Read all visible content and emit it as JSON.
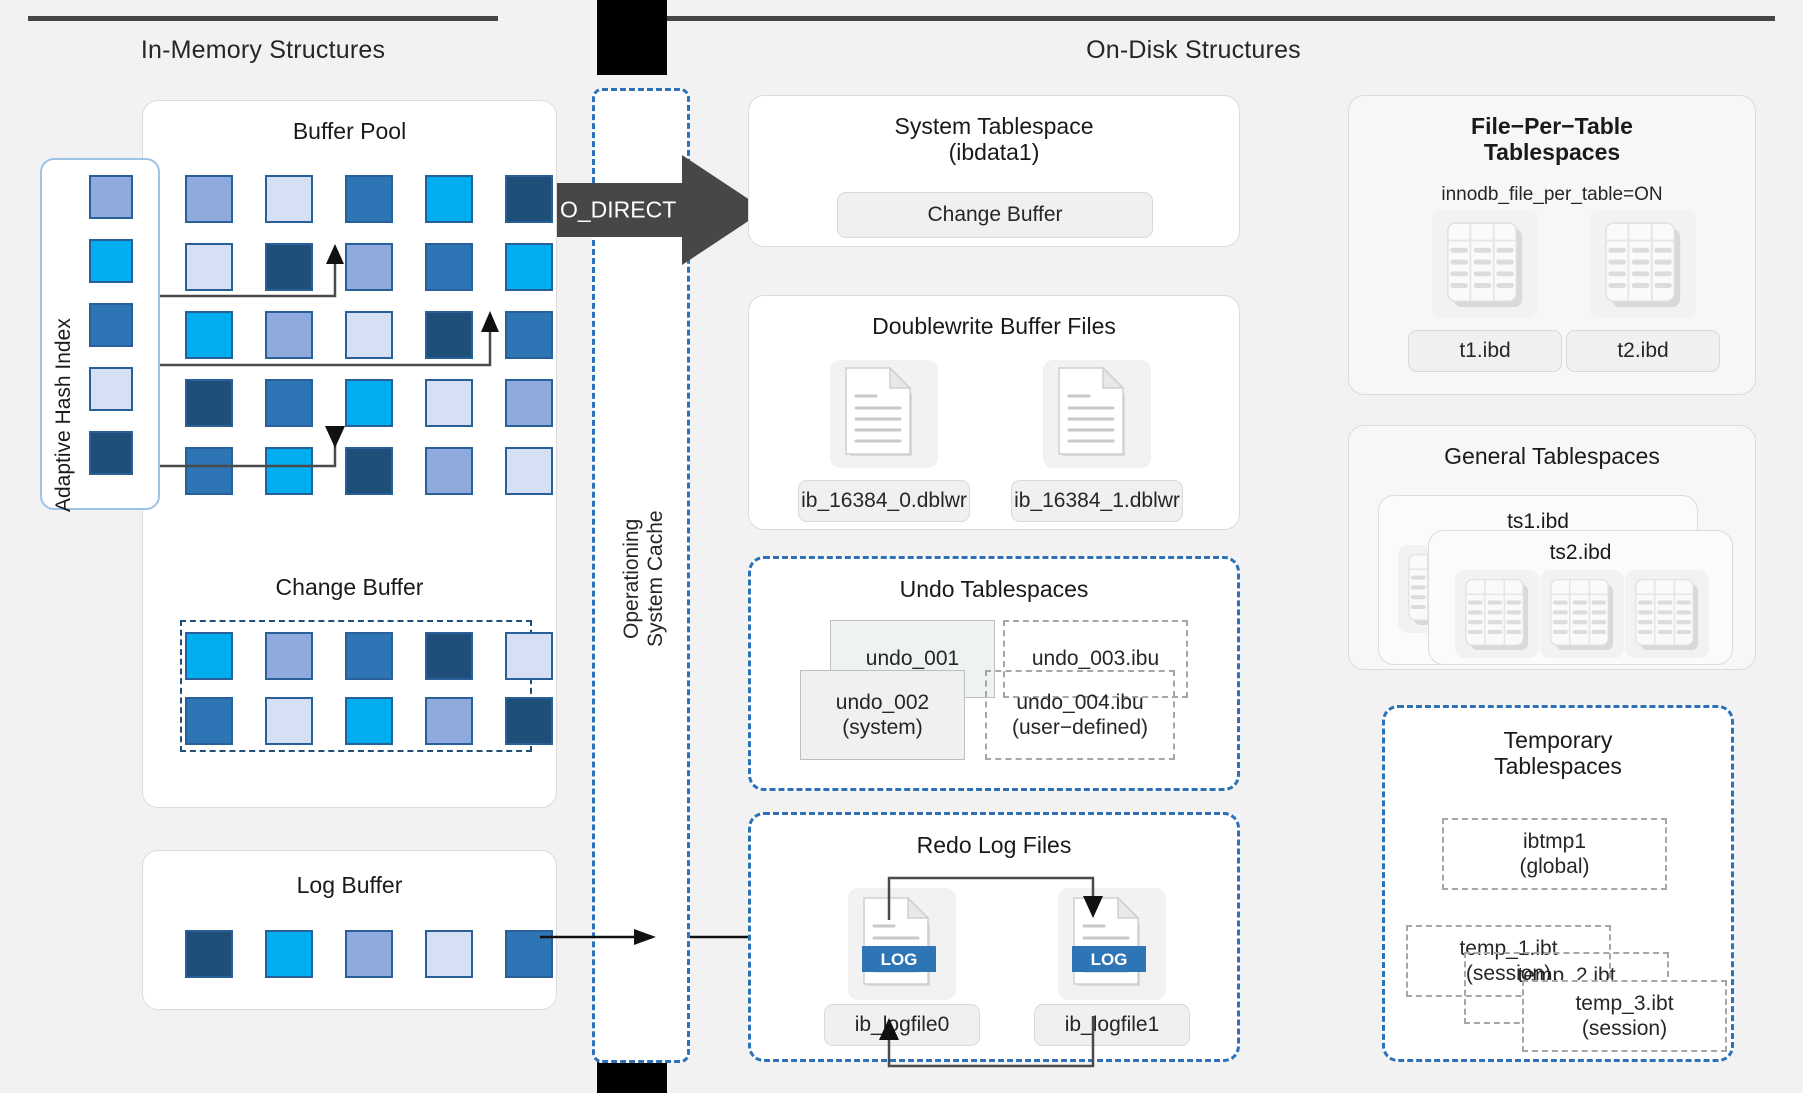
{
  "columns": {
    "left_title": "In-Memory Structures",
    "right_title": "On-Disk Structures"
  },
  "os_cache": {
    "label": "Operationing\nSystem Cache"
  },
  "o_direct": {
    "label": "O_DIRECT"
  },
  "colors": {
    "page_blue_mid": "#8FAADC",
    "page_blue_pale": "#D6E0F5",
    "page_blue_strong": "#2E75B6",
    "page_blue_bright": "#00AEEF",
    "page_blue_dark": "#1F4E79",
    "accent_dashed": "#2d72b8",
    "rule": "#464646",
    "log_badge": "#2E75B6",
    "undo_active_fill": "#eef2f1"
  },
  "buffer_pool": {
    "title": "Buffer Pool",
    "rows": [
      [
        "page_blue_mid",
        "page_blue_pale",
        "page_blue_strong",
        "page_blue_bright",
        "page_blue_dark"
      ],
      [
        "page_blue_pale",
        "page_blue_dark",
        "page_blue_mid",
        "page_blue_strong",
        "page_blue_bright"
      ],
      [
        "page_blue_bright",
        "page_blue_mid",
        "page_blue_pale",
        "page_blue_dark",
        "page_blue_strong"
      ],
      [
        "page_blue_dark",
        "page_blue_strong",
        "page_blue_bright",
        "page_blue_pale",
        "page_blue_mid"
      ],
      [
        "page_blue_strong",
        "page_blue_bright",
        "page_blue_dark",
        "page_blue_mid",
        "page_blue_pale"
      ]
    ]
  },
  "adaptive_hash_index": {
    "label": "Adaptive Hash Index",
    "pages": [
      "page_blue_mid",
      "page_blue_bright",
      "page_blue_strong",
      "page_blue_pale",
      "page_blue_dark"
    ]
  },
  "change_buffer_mem": {
    "title": "Change Buffer",
    "rows": [
      [
        "page_blue_bright",
        "page_blue_mid",
        "page_blue_strong",
        "page_blue_dark",
        "page_blue_pale"
      ],
      [
        "page_blue_strong",
        "page_blue_pale",
        "page_blue_bright",
        "page_blue_mid",
        "page_blue_dark"
      ]
    ]
  },
  "log_buffer": {
    "title": "Log Buffer",
    "pages": [
      "page_blue_dark",
      "page_blue_bright",
      "page_blue_mid",
      "page_blue_pale",
      "page_blue_strong"
    ]
  },
  "system_tablespace": {
    "title": "System Tablespace\n(ibdata1)",
    "change_buffer_label": "Change Buffer"
  },
  "doublewrite": {
    "title": "Doublewrite Buffer Files",
    "files": [
      "ib_16384_0.dblwr",
      "ib_16384_1.dblwr"
    ]
  },
  "undo_tablespaces": {
    "title": "Undo Tablespaces",
    "items": [
      {
        "label": "undo_001",
        "style": "solid-back"
      },
      {
        "label": "undo_002\n(system)",
        "style": "solid-front"
      },
      {
        "label": "undo_003.ibu",
        "style": "dashed-back"
      },
      {
        "label": "undo_004.ibu\n(user−defined)",
        "style": "dashed-front"
      }
    ]
  },
  "redo_log": {
    "title": "Redo Log Files",
    "badge": "LOG",
    "files": [
      "ib_logfile0",
      "ib_logfile1"
    ]
  },
  "file_per_table": {
    "title": "File−Per−Table\nTablespaces",
    "subtitle": "innodb_file_per_table=ON",
    "files": [
      "t1.ibd",
      "t2.ibd"
    ]
  },
  "general_tablespaces": {
    "title": "General Tablespaces",
    "cards": [
      "ts1.ibd",
      "ts2.ibd"
    ]
  },
  "temporary_tablespaces": {
    "title": "Temporary\nTablespaces",
    "items": [
      "ibtmp1\n(global)",
      "temp_1.ibt\n(session)",
      "temp_2.ibt\n(session)",
      "temp_3.ibt\n(session)"
    ]
  }
}
